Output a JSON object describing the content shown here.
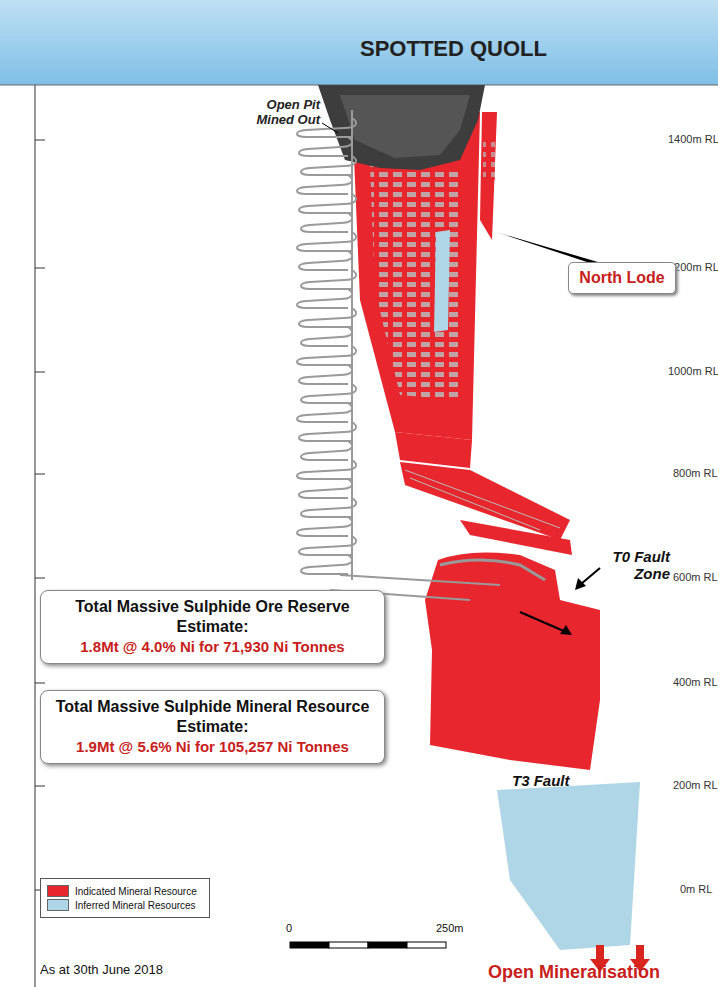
{
  "diagram": {
    "title": "SPOTTED QUOLL",
    "nodes": [
      {
        "text": [
          "North Lode"
        ]
      },
      {
        "text": [
          "Total Massive Sulphide Ore Reserve Estimate:",
          "1.8Mt @ 4.0% Ni for 71,930 Ni Tonnes"
        ]
      },
      {
        "text": [
          "Total Massive Sulphide Mineral Resource Estimate:",
          "1.9Mt @ 5.6% Ni for 105,257 Ni Tonnes"
        ]
      }
    ],
    "labels": [
      "Open Pit Mined Out",
      "1400m RL",
      "1200m RL",
      "1000m RL",
      "800m RL",
      "600m RL",
      "400m RL",
      "200m RL",
      "0m RL",
      "T0 Fault Zone",
      "T3 Fault",
      "0",
      "250m",
      "Open Mineralisation",
      "As at 30th June 2018"
    ],
    "legend": [
      {
        "text": "Indicated Mineral Resource",
        "color": "#e8262d"
      },
      {
        "text": "Inferred Mineral Resources",
        "color": "#aed6e6"
      }
    ]
  }
}
